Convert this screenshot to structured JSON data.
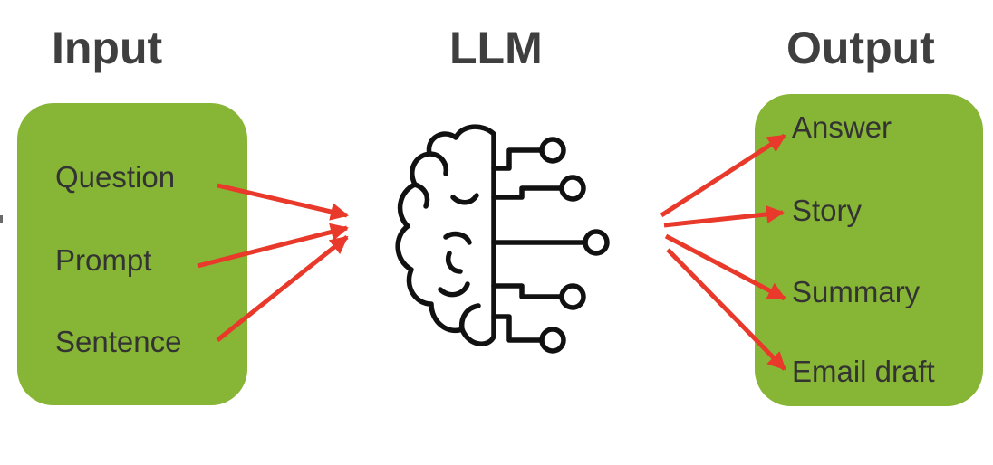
{
  "headings": {
    "input": "Input",
    "llm": "LLM",
    "output": "Output"
  },
  "inputs": [
    "Question",
    "Prompt",
    "Sentence"
  ],
  "outputs": [
    "Answer",
    "Story",
    "Summary",
    "Email draft"
  ],
  "icons": {
    "llm": "brain-circuit-icon"
  },
  "colors": {
    "panel_fill": "#87b535",
    "arrow": "#e8392a",
    "heading_text": "#3f3f3f",
    "item_text": "#333333",
    "icon_stroke": "#111111"
  }
}
